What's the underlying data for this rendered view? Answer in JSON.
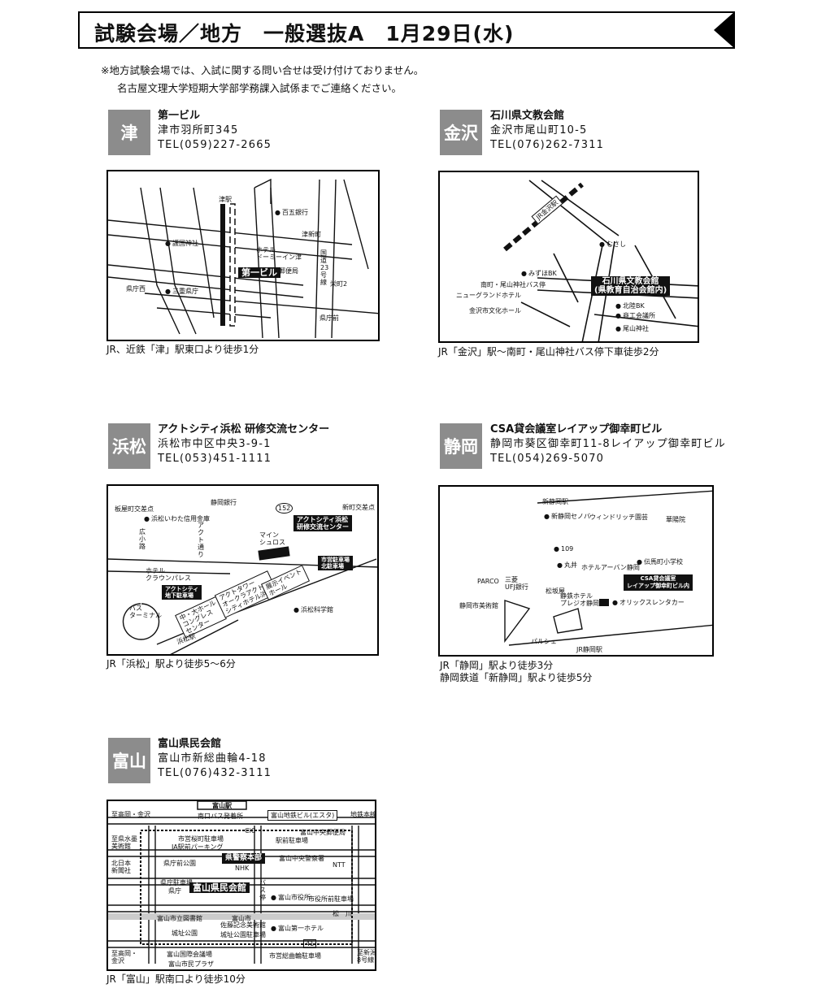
{
  "header": {
    "title": "試験会場／地方　一般選抜A　1月29日(水)"
  },
  "notes": [
    "※地方試験会場では、入試に関する問い合せは受け付けておりません。",
    "名古屋文理大学短期大学部学務課入試係までご連絡ください。"
  ],
  "venues": {
    "tsu": {
      "city": "津",
      "name": "第一ビル",
      "address": "津市羽所町345",
      "tel": "TEL(059)227-2665",
      "caption": "JR、近鉄「津」駅東口より徒歩1分",
      "map": {
        "station": "津駅",
        "bank": "百五銀行",
        "tsu_eki_mae": "津新町",
        "shrine": "護国神社",
        "hotel": "ホテル\nドーミーイン津",
        "post": "郵便局",
        "route": "国道23号線",
        "prefoffice": "三重県庁",
        "pref_west": "県庁西",
        "pref_front": "県庁前",
        "sakaemachi": "栄町2",
        "target": "第一ビル"
      }
    },
    "kanazawa": {
      "city": "金沢",
      "name": "石川県文教会館",
      "address": "金沢市尾山町10-5",
      "tel": "TEL(076)262-7311",
      "caption": "JR「金沢」駅～南町・尾山神社バス停下車徒歩2分",
      "map": {
        "station": "JR金沢駅",
        "musashi": "むさし",
        "mizuho": "みずほBK",
        "busstop": "南町・尾山神社バス停",
        "newgrand": "ニューグランドホテル",
        "hall": "金沢市文化ホール",
        "hokuriku": "北陸BK",
        "commerce": "商工会議所",
        "oyama": "尾山神社",
        "target": "石川県文教会館",
        "target2": "(県教育自治会館内)"
      }
    },
    "hamamatsu": {
      "city": "浜松",
      "name": "アクトシティ浜松 研修交流センター",
      "address": "浜松市中区中央3-9-1",
      "tel": "TEL(053)451-1111",
      "caption": "JR「浜松」駅より徒歩5～6分",
      "map": {
        "itayamachi": "板屋町交差点",
        "shizuginbank": "静岡銀行",
        "shinkawa": "新町交差点",
        "iwata": "浜松いわた信用金庫",
        "hirokoji": "広小路",
        "actdori": "アクト通り",
        "mayzone": "マイン\nシュロス",
        "route152": "152",
        "target": "アクトシティ浜松\n研修交流センター",
        "parking": "市営駐車場\n北駐車場",
        "hotel": "ホテル\nクラウンパレス",
        "parking2": "アクトシティ\n地下駐車場",
        "hall": "中・大ホール\nコングレス\nセンター",
        "tower": "アクトタワー\nオークラアクト\nシティホテル浜松",
        "event": "展示イベント\nホール",
        "science": "浜松科学館",
        "bus": "バス\nターミナル",
        "station": "浜松駅"
      }
    },
    "shizuoka": {
      "city": "静岡",
      "name": "CSA貸会議室レイアップ御幸町ビル",
      "address": "静岡市葵区御幸町11-8レイアップ御幸町ビル",
      "tel": "TEL(054)269-5070",
      "caption": "JR「静岡」駅より徒歩3分",
      "caption2": "静岡鉄道「新静岡」駅より徒歩5分",
      "map": {
        "shinshizuoka": "新静岡駅",
        "cenova": "新静岡セノバ",
        "window": "ウィンドリッチ園芸",
        "fudo": "華陽院",
        "s109": "109",
        "marui": "丸井",
        "urban": "ホテルアーバン静岡",
        "denma": "伝馬町小学校",
        "parco": "PARCO",
        "mitsubishi": "三菱\nUFJ銀行",
        "matsuzakaya": "松坂屋",
        "shizuokahotel": "静鉄ホテル\nプレジオ静岡北",
        "museum": "静岡市美術館",
        "target": "CSA貸会議室\nレイアップ御幸町ビル内",
        "orix": "オリックスレンタカー",
        "pasche": "パルシェ",
        "station": "JR静岡駅"
      }
    },
    "toyama": {
      "city": "富山",
      "name": "富山県民会館",
      "address": "富山市新総曲輪4-18",
      "tel": "TEL(076)432-3111",
      "caption": "JR「富山」駅南口より徒歩10分",
      "map": {
        "station": "富山駅",
        "to_takaoka": "至高岡・金沢",
        "minamiguchi": "南口バス発着所",
        "esta": "富山地鉄ビル(エスタ)",
        "chitetsu": "地鉄本線",
        "cic": "CiC",
        "parking": "市営桜町駐車場",
        "ja": "JA駅前パーキング",
        "ekimae": "駅前駐車場",
        "chuo": "富山中央郵便局",
        "museum": "至県水墨\n美術館",
        "nihon": "北日本\n新聞社",
        "prefpark": "県庁前公園",
        "jinsha": "県警察本部",
        "nhk": "NHK",
        "chuoshoubo": "富山中央警察署",
        "ntt": "NTT",
        "prefparking": "県庁駐車場",
        "pref": "県庁",
        "target": "富山県民会館",
        "busstop": "バス停",
        "cityhall": "富山市役所",
        "kanazawa2": "市役所前駐車場",
        "library": "富山市立図書館",
        "sato": "佐藤記念美術館",
        "castlepark": "城址公園",
        "toyamacity": "富山市",
        "castleparking": "城址公園駐車場",
        "daiichi": "富山第一ホテル",
        "river": "松　川",
        "route41": "41",
        "to_takaoka2": "至高岡・\n金沢",
        "kokusai": "富山国際会議場",
        "civicplaza": "富山市民プラザ",
        "parking3": "市営総曲輪駐車場",
        "shin": "至新潟\n8号線"
      }
    }
  }
}
